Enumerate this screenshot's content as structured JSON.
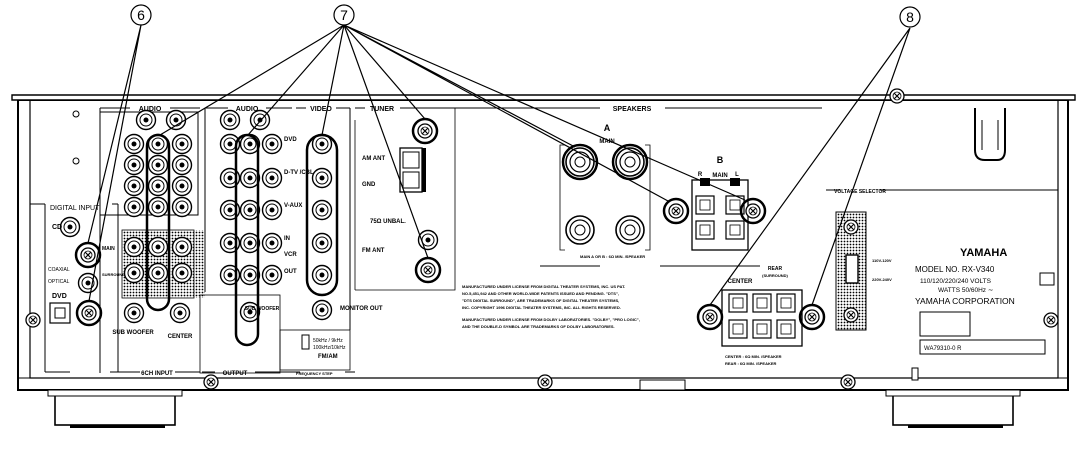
{
  "callouts": [
    "⑥",
    "⑦",
    "⑧"
  ],
  "labels": {
    "audio1": "AUDIO",
    "audio2": "AUDIO",
    "video": "VIDEO",
    "tuner": "TUNER",
    "speakers": "SPEAKERS",
    "digital_input": "DIGITAL INPUT",
    "cd": "CD",
    "coaxial": "COAXIAL",
    "optical": "OPTICAL",
    "dvd_digital": "DVD",
    "main_6ch": "MAIN",
    "surround_6ch": "SURROUND",
    "sub_woofer_in": "SUB WOOFER",
    "center_in": "CENTER",
    "sch_input": "6CH INPUT",
    "output": "OUTPUT",
    "sub_woofer_out": "SUB WOOFER",
    "dvd": "DVD",
    "dtv_cbl": "D-TV /CBL",
    "v_aux": "V-AUX",
    "in": "IN",
    "vcr": "VCR",
    "out": "OUT",
    "monitor_out": "MONITOR OUT",
    "am_ant": "AM ANT",
    "gnd": "GND",
    "fm_ant": "FM ANT",
    "fm_unbal": "75Ω UNBAL.",
    "freq_50": "50kHz / 9kHz",
    "freq_100": "100kHz/10kHz",
    "fm_am": "FM/AM",
    "frequency_step": "FREQUENCY STEP",
    "spk_a": "A",
    "spk_a_main": "MAIN",
    "spk_b": "B",
    "spk_b_main": "MAIN",
    "r": "R",
    "l": "L",
    "impedance_ab": "MAIN A OR B : 6Ω MIN. /SPEAKER",
    "center": "CENTER",
    "rear": "REAR",
    "surround": "(SURROUND)",
    "impedance_center": "CENTER : 6Ω MIN. /SPEAKER",
    "impedance_rear": "REAR : 6Ω MIN. /SPEAKER",
    "voltage_selector": "VOLTAGE SELECTOR",
    "v110": "110V-120V",
    "v220": "220V-240V",
    "brand": "YAMAHA",
    "model": "MODEL NO. RX-V340",
    "rating1": "110/120/220/240 VOLTS",
    "rating2": "WATTS 50/60Hz ∼",
    "corp": "YAMAHA CORPORATION",
    "serial": "WA79310-0 R",
    "dts1": "MANUFACTURED UNDER LICENSE FROM DIGITAL THEATER SYSTEMS, INC. US PAT.",
    "dts2": "NO.5,451,942 AND OTHER WORLD-WIDE PATENTS ISSUED AND PENDING. \"DTS\",",
    "dts3": "\"DTS DIGITAL SURROUND\", ARE TRADEMARKS OF DIGITAL THEATER SYSTEMS,",
    "dts4": "INC. COPYRIGHT 1996 DIGITAL THEATER SYSTEMS, INC. ALL RIGHTS RESERVED.",
    "dolby1": "MANUFACTURED UNDER LICENSE FROM DOLBY LABORATORIES. \"DOLBY\", \"PRO LOGIC\",",
    "dolby2": "AND THE DOUBLE-D SYMBOL ARE TRADEMARKS OF DOLBY LABORATORIES."
  },
  "colors": {
    "line": "#000000",
    "panel": "#ffffff",
    "shade": "#bdbdbd"
  }
}
